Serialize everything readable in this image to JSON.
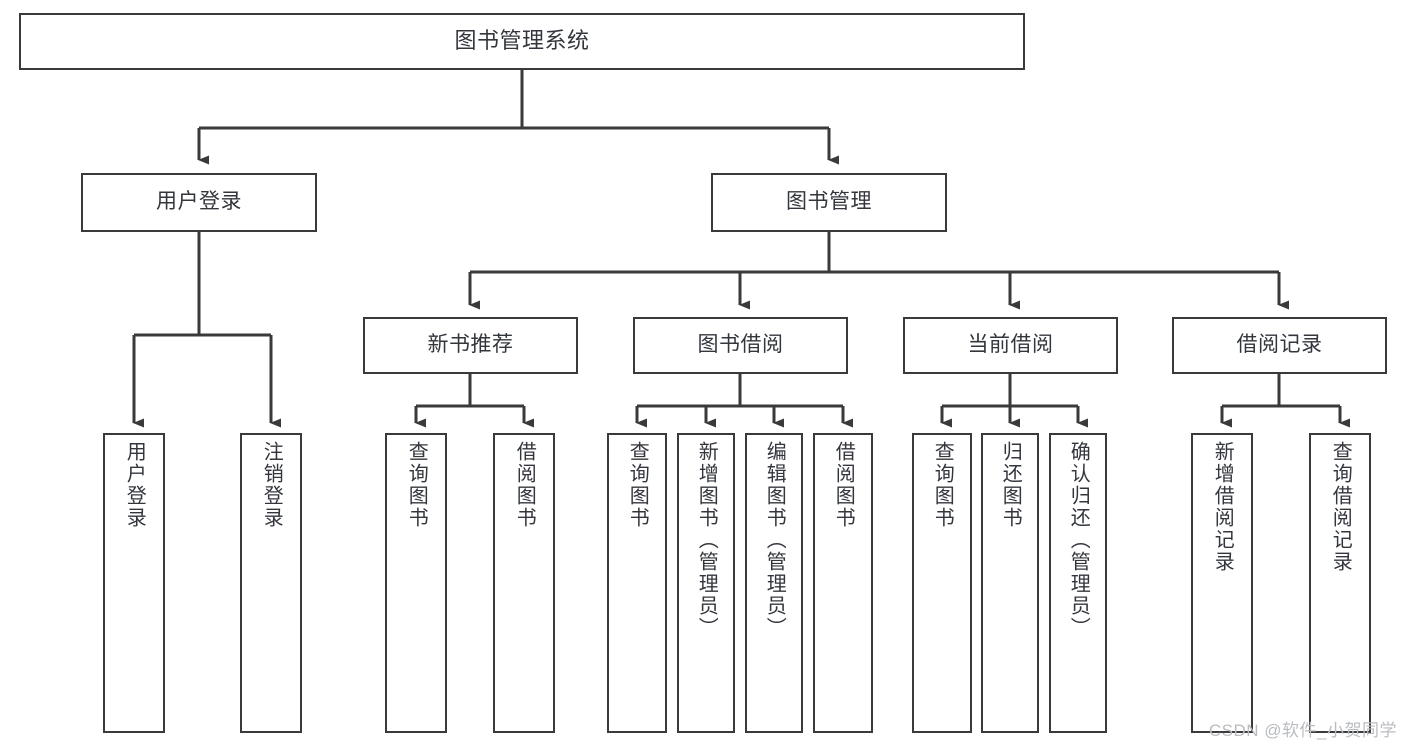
{
  "diagram": {
    "title": "图书管理系统",
    "type": "tree-hierarchy-chart",
    "watermark": "CSDN @软件_小贺同学",
    "colors": {
      "box_border": "#3a3a3a",
      "box_fill": "#ffffff",
      "text": "#33373d",
      "edge": "#3a3a3a",
      "watermark": "#b9bcc0",
      "background": "#ffffff"
    },
    "levels": {
      "root": {
        "label": "图书管理系统"
      },
      "level2": [
        {
          "label": "用户登录"
        },
        {
          "label": "图书管理"
        }
      ],
      "level3": [
        {
          "label": "新书推荐"
        },
        {
          "label": "图书借阅"
        },
        {
          "label": "当前借阅"
        },
        {
          "label": "借阅记录"
        }
      ],
      "leaves": {
        "user_login": [
          {
            "label": "用户登录"
          },
          {
            "label": "注销登录"
          }
        ],
        "new_book_recommend": [
          {
            "label": "查询图书"
          },
          {
            "label": "借阅图书"
          }
        ],
        "book_borrow": [
          {
            "label": "查询图书"
          },
          {
            "label": "新增图书（管理员）"
          },
          {
            "label": "编辑图书（管理员）"
          },
          {
            "label": "借阅图书"
          }
        ],
        "current_borrow": [
          {
            "label": "查询图书"
          },
          {
            "label": "归还图书"
          },
          {
            "label": "确认归还（管理员）"
          }
        ],
        "borrow_record": [
          {
            "label": "新增借阅记录"
          },
          {
            "label": "查询借阅记录"
          }
        ]
      }
    }
  }
}
